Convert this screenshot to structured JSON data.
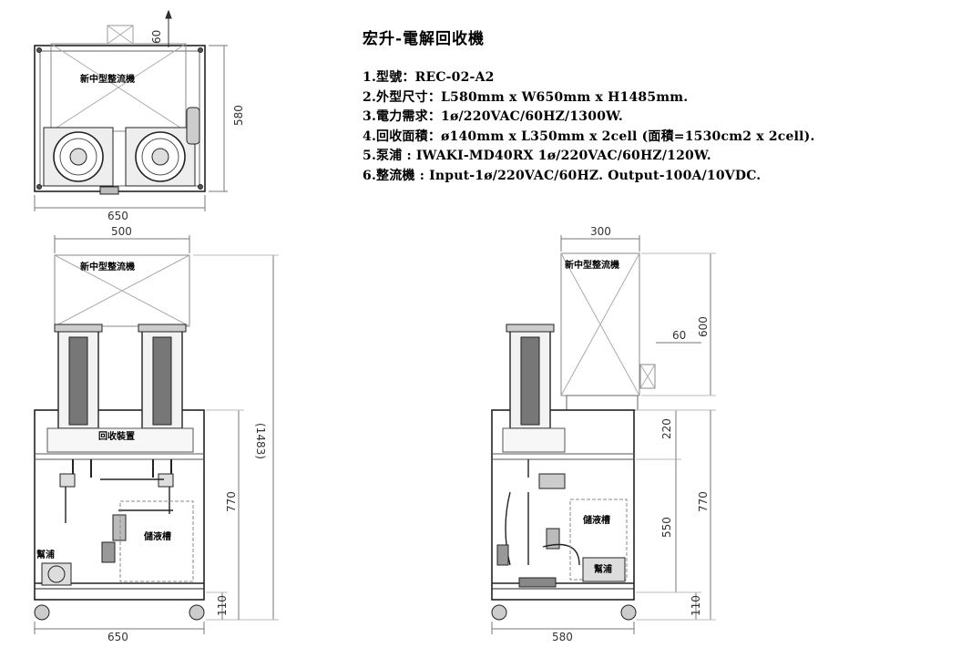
{
  "spec": {
    "title": "宏升-電解回收機",
    "items": [
      "1.型號：REC-02-A2",
      "2.外型尺寸：L580mm x W650mm x H1485mm.",
      "3.電力需求：1ø/220VAC/60HZ/1300W.",
      "4.回收面積：ø140mm x L350mm x 2cell (面積=1530cm2 x 2cell).",
      "5.泵浦 : IWAKI-MD40RX  1ø/220VAC/60HZ/120W.",
      "6.整流機 : Input-1ø/220VAC/60HZ. Output-100A/10VDC."
    ]
  },
  "top_view": {
    "width_dim": "650",
    "depth_dim": "580",
    "offset_dim": "60",
    "rectifier_label": "新中型整流機"
  },
  "front_view": {
    "top_width_dim": "500",
    "bottom_width_dim": "650",
    "total_height_dim": "(1483)",
    "frame_height_dim": "770",
    "caster_height_dim": "110",
    "rectifier_label": "新中型整流機",
    "recovery_label": "回收裝置",
    "tank_label": "儲液槽",
    "pump_label": "幫浦"
  },
  "side_view": {
    "top_width_dim": "300",
    "bottom_width_dim": "580",
    "rectifier_height_dim": "600",
    "offset_dim": "60",
    "upper_dim": "220",
    "mid_dim": "550",
    "frame_height_dim": "770",
    "caster_height_dim": "110",
    "rectifier_label": "新中型整流機",
    "tank_label": "儲液槽",
    "pump_label": "幫浦"
  }
}
